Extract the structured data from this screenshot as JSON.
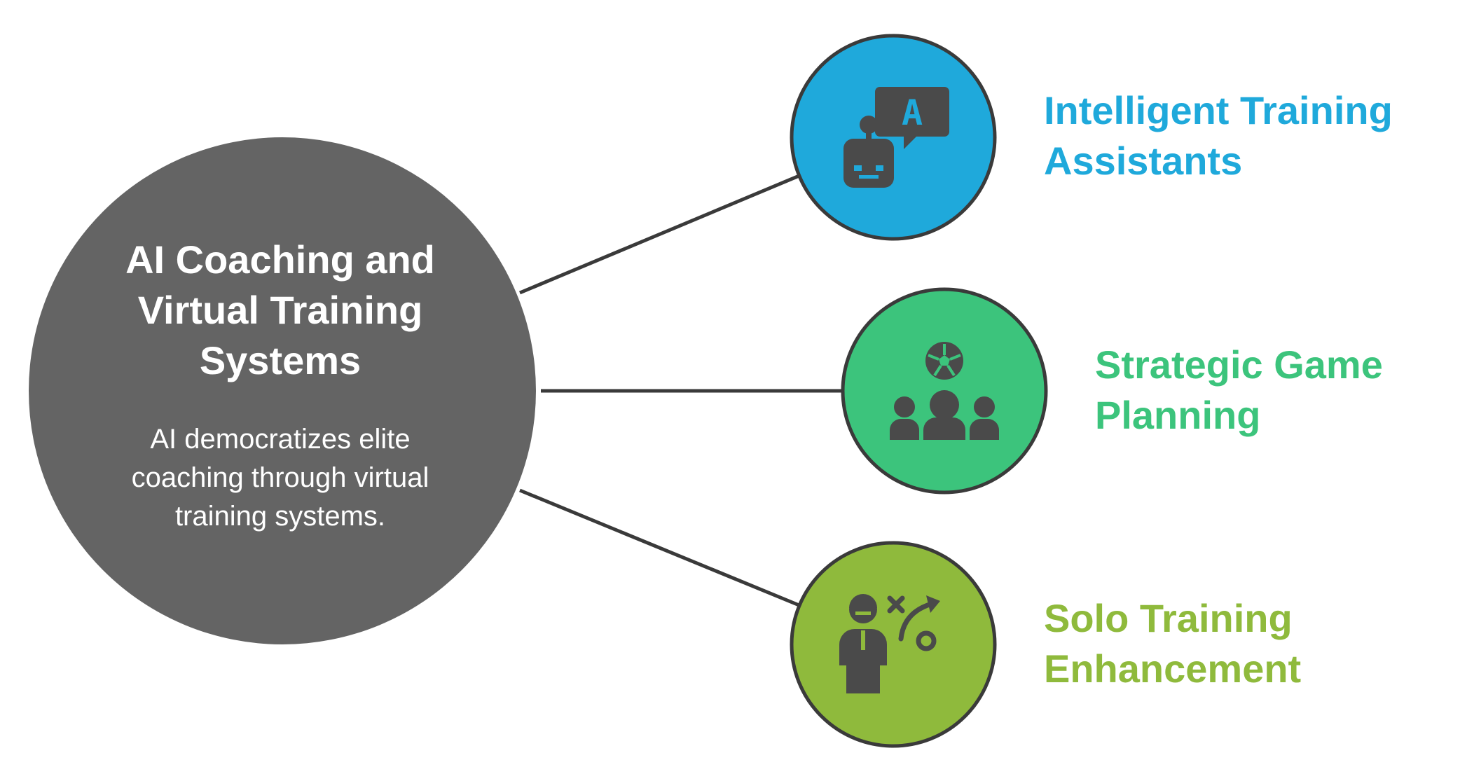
{
  "center": {
    "title": "AI Coaching and Virtual Training Systems",
    "description": "AI democratizes elite coaching through virtual training systems."
  },
  "branches": [
    {
      "label": "Intelligent Training Assistants",
      "icon": "robot-chat-icon",
      "color": "#1fa9db"
    },
    {
      "label": "Strategic Game Planning",
      "icon": "team-ball-icon",
      "color": "#3cc47c"
    },
    {
      "label": "Solo Training Enhancement",
      "icon": "coach-strategy-icon",
      "color": "#8fba3c"
    }
  ],
  "colors": {
    "center_fill": "#646464",
    "outline": "#3a3a3a",
    "icon": "#4a4a4a"
  }
}
